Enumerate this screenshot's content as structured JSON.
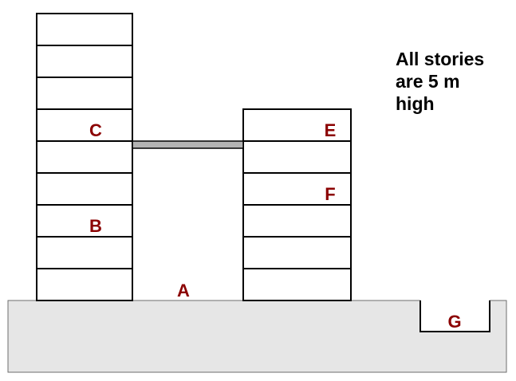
{
  "note": {
    "lines": [
      "All stories",
      "are 5 m",
      "high"
    ]
  },
  "labels": {
    "A": "A",
    "B": "B",
    "C": "C",
    "E": "E",
    "F": "F",
    "G": "G"
  },
  "buildings": {
    "left_stories": 9,
    "right_stories": 6
  },
  "colors": {
    "label": "#8b0000",
    "ground": "#e6e6e6",
    "bridge": "#b3b3b3",
    "outline": "#000000"
  }
}
